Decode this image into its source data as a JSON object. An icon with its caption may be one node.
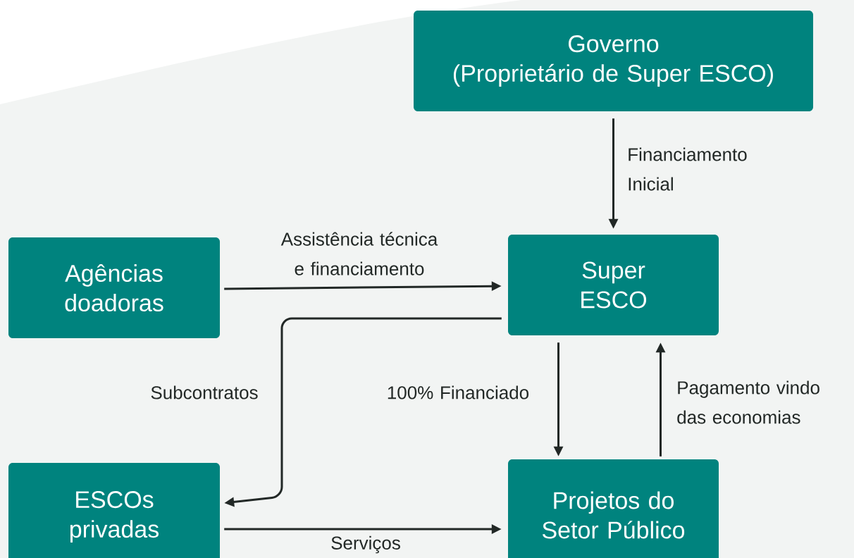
{
  "diagram": {
    "nodes": [
      {
        "text": [
          "Governo",
          "(Proprietário de Super ESCO)"
        ]
      },
      {
        "text": [
          "Agências doadoras"
        ]
      },
      {
        "text": [
          "Super ESCO"
        ]
      },
      {
        "text": [
          "ESCOs privadas"
        ]
      },
      {
        "text": [
          "Projetos do Setor Público"
        ]
      }
    ],
    "edges": [
      {
        "from": 0,
        "to": 2,
        "arrow": "to",
        "label": "Financiamento Inicial"
      },
      {
        "from": 1,
        "to": 2,
        "arrow": "to",
        "label": "Assistência técnica e financiamento"
      },
      {
        "from": 2,
        "to": 3,
        "arrow": "to",
        "label": "Subcontratos"
      },
      {
        "from": 2,
        "to": 4,
        "arrow": "to",
        "label": "100% Financiado"
      },
      {
        "from": 4,
        "to": 2,
        "arrow": "to",
        "label": "Pagamento vindo das economias"
      },
      {
        "from": 3,
        "to": 4,
        "arrow": "to",
        "label": "Serviços"
      }
    ]
  }
}
